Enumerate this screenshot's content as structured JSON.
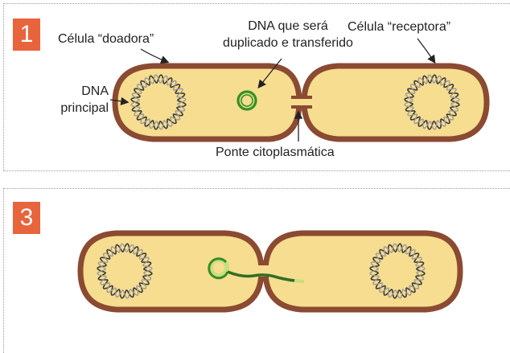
{
  "panels": [
    {
      "step": "1",
      "labels": {
        "donor_cell": "Célula “doadora”",
        "recipient_cell": "Célula “receptora”",
        "dna_to_transfer_line1": "DNA que será",
        "dna_to_transfer_line2": "duplicado e transferido",
        "main_dna_line1": "DNA",
        "main_dna_line2": "principal",
        "bridge": "Ponte citoplasmática"
      }
    },
    {
      "step": "3",
      "labels": {}
    }
  ],
  "colors": {
    "badge": "#e8643c",
    "cell_wall": "#8b4a32",
    "cytoplasm": "#f7dd8f",
    "plasmid": "#3a8a2a",
    "plasmid_light": "#c8e07a",
    "chromosome": "#3a3a3a"
  }
}
